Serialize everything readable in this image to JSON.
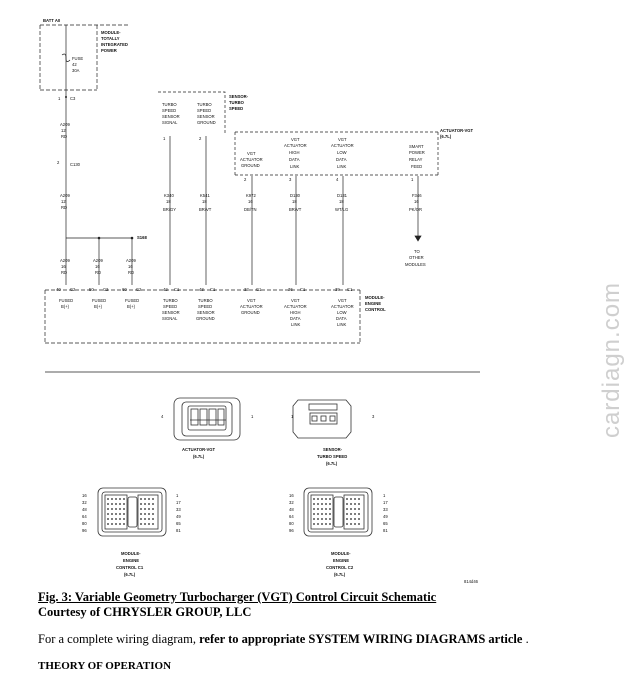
{
  "schematic": {
    "batt_label": "BATT A0",
    "totally_integrated_power": [
      "MODULE-",
      "TOTALLY",
      "INTEGRATED",
      "POWER"
    ],
    "fuse": [
      "FUSE",
      "42",
      "30A"
    ],
    "c3_label": "C3",
    "c3_pin": "1",
    "a209_wire": [
      "A209",
      "12",
      "RD"
    ],
    "c130_label": "C130",
    "c130_pin": "2",
    "a209_wire_lower": [
      "A209",
      "12",
      "RD"
    ],
    "s168_label": "S168",
    "splice_wires": [
      [
        "A209",
        "16",
        "RD"
      ],
      [
        "A209",
        "16",
        "RD"
      ],
      [
        "A209",
        "16",
        "RD"
      ]
    ],
    "fused_pins": [
      {
        "pin": "40",
        "conn": "C2"
      },
      {
        "pin": "50",
        "conn": "C2"
      },
      {
        "pin": "60",
        "conn": "C2"
      }
    ],
    "fused_labels": [
      [
        "FUSED",
        "B(+)"
      ],
      [
        "FUSED",
        "B(+)"
      ],
      [
        "FUSED",
        "B(+)"
      ]
    ],
    "sensor_turbo_speed": [
      "SENSOR-",
      "TURBO",
      "SPEED"
    ],
    "sensor_pins_labels": [
      [
        "TURBO",
        "SPEED",
        "SENSOR",
        "SIGNAL"
      ],
      [
        "TURBO",
        "SPEED",
        "SENSOR",
        "GROUND"
      ]
    ],
    "sensor_pins": [
      "1",
      "2"
    ],
    "sensor_wires": [
      [
        "K340",
        "18",
        "BR/GY"
      ],
      [
        "K541",
        "18",
        "BR/VT"
      ]
    ],
    "actuator_vgt": [
      "ACTUATOR-VGT",
      "(6.7L)"
    ],
    "actuator_pin_labels": [
      [
        "VGT",
        "ACTUATOR",
        "GROUND"
      ],
      [
        "VGT",
        "ACTUATOR",
        "HIGH",
        "DATA",
        "LINK"
      ],
      [
        "VGT",
        "ACTUATOR",
        "LOW",
        "DATA",
        "LINK"
      ],
      [
        "SMART",
        "POWER",
        "RELAY",
        "FEED"
      ]
    ],
    "actuator_pins": [
      "2",
      "3",
      "4",
      "1"
    ],
    "actuator_wires": [
      [
        "K972",
        "16",
        "DB/TN"
      ],
      [
        "D130",
        "18",
        "BR/VT"
      ],
      [
        "D131",
        "18",
        "WT/LG"
      ],
      [
        "F346",
        "16",
        "PK/OR"
      ]
    ],
    "to_other_modules": [
      "TO",
      "OTHER",
      "MODULES"
    ],
    "ecm_pins": [
      {
        "pin": "42",
        "conn": "C1"
      },
      {
        "pin": "43",
        "conn": "C1"
      },
      {
        "pin": "33",
        "conn": "C1"
      },
      {
        "pin": "36",
        "conn": "C1"
      },
      {
        "pin": "39",
        "conn": "C1"
      }
    ],
    "ecm_pin_labels": [
      [
        "TURBO",
        "SPEED",
        "SENSOR",
        "SIGNAL"
      ],
      [
        "TURBO",
        "SPEED",
        "SENSOR",
        "GROUND"
      ],
      [
        "VGT",
        "ACTUATOR",
        "GROUND"
      ],
      [
        "VGT",
        "ACTUATOR",
        "HIGH",
        "DATA",
        "LINK"
      ],
      [
        "VGT",
        "ACTUATOR",
        "LOW",
        "DATA",
        "LINK"
      ]
    ],
    "ecm_module": [
      "MODULE-",
      "ENGINE",
      "CONTROL"
    ]
  },
  "connectors": {
    "actuator": {
      "left_pin": "4",
      "right_pin": "1",
      "label": [
        "ACTUATOR-VGT",
        "(6.7L)"
      ]
    },
    "sensor": {
      "left_pin": "1",
      "right_pin": "3",
      "label": [
        "SENSOR-",
        "TURBO SPEED",
        "(6.7L)"
      ]
    },
    "ecm_c1": {
      "label": [
        "MODULE-",
        "ENGINE",
        "CONTROL C1",
        "(6.7L)"
      ]
    },
    "ecm_c2": {
      "label": [
        "MODULE-",
        "ENGINE",
        "CONTROL C2",
        "(6.7L)"
      ]
    },
    "ecm_c1_left_pins": [
      "16",
      "32",
      "48",
      "64",
      "80",
      "96"
    ],
    "ecm_c1_right_pins": [
      "1",
      "17",
      "33",
      "49",
      "65",
      "81"
    ],
    "ecm_c2_left_pins": [
      "16",
      "32",
      "48",
      "64",
      "80",
      "96"
    ],
    "ecm_c2_right_pins": [
      "1",
      "17",
      "33",
      "49",
      "65",
      "81"
    ],
    "ref_code": "814d46"
  },
  "caption": {
    "title": "Fig. 3: Variable Geometry Turbocharger (VGT) Control Circuit Schematic",
    "courtesy": "Courtesy of CHRYSLER GROUP, LLC"
  },
  "body": {
    "prefix": "For a complete wiring diagram, ",
    "bold": "refer to appropriate SYSTEM WIRING DIAGRAMS article",
    "suffix": " ."
  },
  "section_heading": "THEORY OF OPERATION",
  "watermark": "cardiagn.com"
}
